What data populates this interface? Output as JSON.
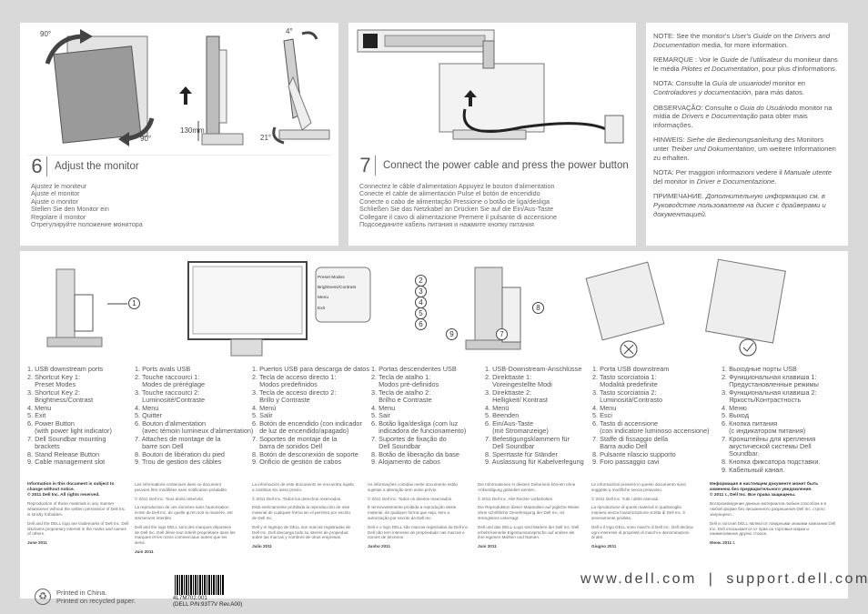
{
  "step6": {
    "number": "6",
    "title": "Adjust the monitor",
    "angle_left_top": "90°",
    "angle_left_bottom": "90°",
    "height_label": "130mm",
    "angle_right_top": "4°",
    "angle_right_bottom": "21°",
    "translations": [
      "Ajustez le moniteur",
      "Ajuste el monitor",
      "Ajuste o monitor",
      "Stellen Sie den Monitor ein",
      "Regolare il monitor",
      "Отрегулируйте положение монитора"
    ]
  },
  "step7": {
    "number": "7",
    "title": "Connect the power cable and press the power button",
    "translations": [
      "Connectez le câble d'alimentation  Appuyez le bouton d'alimentation",
      "Conecte el cable de alimentación  Pulse el botón de encendido",
      "Conecte o cabo de alimentação  Pressione o botão de liga/desliga",
      "Schließen Sie das Netzkabel an  Drücken Sie auf die Ein/Aus-Taste",
      "Collegare il cavo di alimentazione  Premere il pulsante di accensione",
      "Подсоедините кабель питания и нажмите кнопку питания"
    ]
  },
  "notes": [
    {
      "lead": "NOTE: See the monitor's ",
      "em": "User's Guide",
      "mid": " on the ",
      "em2": "Drivers and Documentation",
      "tail": " media, for more information."
    },
    {
      "lead": "REMARQUE : Voir le ",
      "em": "Guide de l'utilisateur",
      "mid": " du moniteur dans le média ",
      "em2": "Pilotes et Documentation",
      "tail": ", pour plus d'informations."
    },
    {
      "lead": "NOTA: Consulte la ",
      "em": "Guía de usuariodel",
      "mid": " monitor en ",
      "em2": "Controladores y documentación",
      "tail": ", para más datos."
    },
    {
      "lead": "OBSERVAÇÃO: Consulte o ",
      "em": "Guia do Usuário",
      "mid": "do monitor na mídia de ",
      "em2": "Drivers e Documentação",
      "tail": " para obter mais informações."
    },
    {
      "lead": "HINWEIS: ",
      "em": "Siehe die Bedienungsanleitung",
      "mid": " des Monitors unter ",
      "em2": "Treiber und Dokumentation",
      "tail": ", um weitere Informationen zu erhalten."
    },
    {
      "lead": "NOTA: Per maggiori informazioni vedere il ",
      "em": "Manuale utente",
      "mid": " del monitor in ",
      "em2": "Driver e Documentazione",
      "tail": "."
    },
    {
      "lead": "ПРИМЕЧАНИЕ. ",
      "em": "Дополнительную информацию см. в Руководстве пользователя на диске с драйверами и документацией.",
      "mid": "",
      "em2": "",
      "tail": ""
    }
  ],
  "osd_menu": {
    "items": [
      "Preset Modes",
      "Brightness/Contrast",
      "Menu",
      "Exit"
    ],
    "callouts": [
      "1",
      "2",
      "3",
      "4",
      "5",
      "6",
      "7",
      "8",
      "9"
    ]
  },
  "columns": [
    [
      "1. USB downstream ports",
      "2. Shortcut Key 1:\n    Preset Modes",
      "3. Shortcut Key 2:\n    Brightness/Contrast",
      "4. Menu",
      "5. Exit",
      "6. Power Button\n    (with power light indicator)",
      "7. Dell Soundbar mounting\n    brackets",
      "8. Stand Release Button",
      "9. Cable management slot"
    ],
    [
      "1. Ports avals USB",
      "2. Touche raccourci 1:\n    Modes de préréglage",
      "3. Touche raccourci 2:\n    Luminosité/Contraste",
      "4. Menu",
      "5. Quitter",
      "6. Bouton d'alimentation\n    (avec témoin lumineux d'alimentation)",
      "7. Attaches de montage de la\n    barre son Dell",
      "8. Bouton de libération du pied",
      "9. Trou de gestion des câbles"
    ],
    [
      "1. Puertos USB para descarga de datos",
      "2. Tecla de acceso directo 1:\n    Modos predefinidos",
      "3. Tecla de acceso directo 2:\n    Brillo y Contraste",
      "4. Menú",
      "5. Salir",
      "6. Botón de encendido (con indicador\n    de luz de encendido/apagado)",
      "7. Soportes de montaje de la\n    barra de sonidos Dell",
      "8. Botón de desconexión de soporte",
      "9. Orificio de gestión de cabos"
    ],
    [
      "1. Portas descendentes USB",
      "2. Tecla de atalho 1:\n    Modos pré-definidos",
      "3. Tecla de atalho 2:\n    Brilho e Contraste",
      "4. Menu",
      "5. Sair",
      "6. Botão liga/desliga (com luz\n    indicadora de funcionamento)",
      "7. Suportes de fixação do\n    Dell Soundbar",
      "8. Botão de liberação da base",
      "9. Alojamento de cabos"
    ],
    [
      "1. USB-Downstream-Anschlüsse",
      "2. Direkttaste 1:\n    Voreingestellte Modi",
      "3. Direkttaste 2:\n    Helligkeit/ Kontrast",
      "4. Menü",
      "5. Beenden",
      "6. Ein/Aus-Taste\n    (mit Stromanzeige)",
      "7. Befestigungsklammern für\n    Dell Soundbar",
      "8. Sperrtaste für Ständer",
      "9. Auslassung für Kabelverlegung"
    ],
    [
      "1. Porta USB downstream",
      "2. Tasto scorciatoia 1:\n    Modalità predefinite",
      "3. Tasto scorciatoia 2:\n    Luminosità/Contrasto",
      "4. Menu",
      "5. Esci",
      "6. Tasto di accensione\n    (con indicatore luminoso accensione)",
      "7. Staffe di fissaggio della\n    Barra audio Dell",
      "8. Pulsante rilascio supporto",
      "9. Foro passaggio cavi"
    ],
    [
      "1. Выходные порты USB",
      "2. Функциональная клавиша 1:\n    Предустановленные режимы",
      "3. Функциональная клавиша 2:\n    Яркость/Контрастность",
      "4. Меню",
      "5. Выход",
      "6. Кнопка питания\n    (с индикатором питания)",
      "7. Кронштейны для крепления\n    акустической системы Dell\n    Soundbar.",
      "8. Кнопка фиксатора подставки.",
      "9. Кабельный канал."
    ]
  ],
  "legal": [
    {
      "bold": "Information in this document is subject to change without notice.\n© 2011 Dell Inc. All rights reserved.",
      "body": [
        "Reproduction of these materials in any manner whatsoever without the written permission of Dell Inc. is strictly forbidden.",
        "Dell and the DELL logo are trademarks of Dell Inc. Dell disclaims proprietary interest in the marks and names of others."
      ],
      "date": "June 2011"
    },
    {
      "bold": "",
      "body": [
        "Les informations contenues dans ce document peuvent être modifiées sans notification préalable.",
        "© 2011 Dell Inc. Tous droits réservés.",
        "La reproduction de ces données sans l'autorisation écrite de Dell Inc. de quelle qu'en soit la manière, est strictement interdite.",
        "Dell and the logo DELL sont des marques déposées de Dell Inc. Dell dénie tout intérêt propriétaire dans les marques et les noms commerciaux autres que les siens."
      ],
      "date": "Juin 2011"
    },
    {
      "bold": "",
      "body": [
        "La información de este documento se encuentra sujeta a cambios sin aviso previo.",
        "© 2011 Dell Inc. Todos los derechos reservados.",
        "Está estrictamente prohibida la reproducción de este material de cualquier forma sin el permiso por escrito de Dell Inc.",
        "Dell y el logotipo de DELL son marcas registradas de Dell Inc. Dell descarga todo su interés de propiedad sobre las marcas y nombres de otras empresas."
      ],
      "date": "Julio 2011"
    },
    {
      "bold": "",
      "body": [
        "As informações contidas neste documento estão sujeitas a alteração sem aviso prévio.",
        "© 2011 Dell Inc. Todos os direitos reservados.",
        "É terminantemente proibida a reprodução deste material, de qualquer forma que seja, sem a autorização por escrito da Dell Inc.",
        "Dell e o logo DELL são marcas registradas da Dell Inc. Dell não tem interesse de propriedade nas marcas e nomes de terceiros."
      ],
      "date": "Junho 2011"
    },
    {
      "bold": "",
      "body": [
        "Die Informationen in diesem Dokument können ohne Ankündigung geändert werden.",
        "© 2011 Dell Inc. Alle Rechte vorbehalten.",
        "Die Reproduktion dieser Materialien auf jegliche Weise ohne schriftliche Genehmigung der Dell Inc. ist strengstens untersagt.",
        "Dell und das DELL-Logo sind Marken der Dell Inc. Dell erhebt keinerlei Eigentumsansprüche auf andere als ihre eigenen Marken und Namen."
      ],
      "date": "Juni 2011"
    },
    {
      "bold": "",
      "body": [
        "Le informazioni presenti in questo documento sono soggette a modifiche senza preavviso.",
        "© 2011 Dell Inc. Tutti i diritti riservati.",
        "La riproduzione di questi materiali in qualsivoglia maniera senza l'autorizzazione scritta di Dell Inc. è severamente proibita.",
        "Dell e il logo DELL sono marchi di Dell Inc. Dell declina ogni interesse di proprietà di marchi e denominazioni di altri."
      ],
      "date": "Giugno 2011"
    },
    {
      "bold": "Информация в настоящем документе может быть изменена без предварительного уведомления.\n© 2011 г., Dell Inc. Все права защищены.",
      "body": [
        "Воспроизведение данных материалов любым способом и в любой форме без письменного разрешения Dell Inc. строго запрещено.",
        "Dell и логотип DELL являются товарными знаками компании Dell Inc. Dell отказывается от прав на торговые марки и наименования других сторон."
      ],
      "date": "Июнь 2011 г."
    }
  ],
  "footer": {
    "printed_china": "Printed in China.",
    "printed_recycled": "Printed on recycled paper.",
    "barcode_num": "4L7M702.001",
    "dell_pn": "(DELL P/N:93T7V Rev.A00)",
    "url_left": "www.dell.com",
    "separator": "|",
    "url_right": "support.dell.com"
  },
  "colors": {
    "background": "#d9d9d9",
    "panel": "#ffffff",
    "text": "#555555"
  }
}
